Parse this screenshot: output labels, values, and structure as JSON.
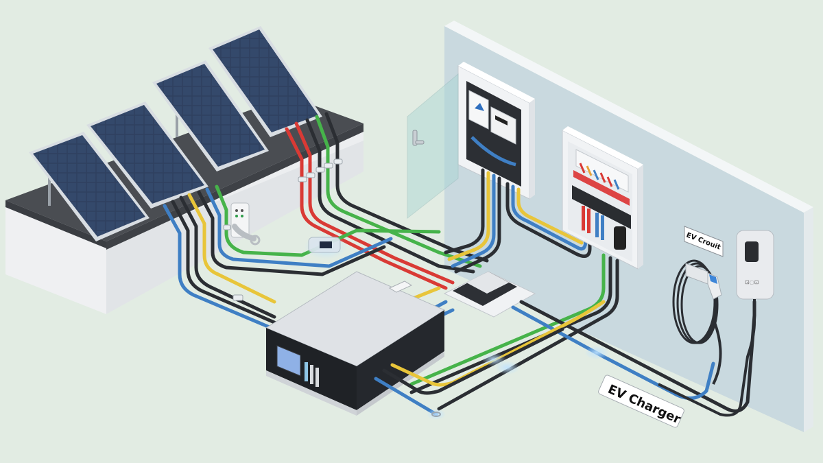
{
  "scene": {
    "title": "Solar PV and EV charging wiring diagram (isometric)",
    "background_color": "#e2ece3",
    "wall_color": "#c9d9df",
    "wall_edge_color": "#f3f6f7"
  },
  "components": {
    "solar_array": {
      "name": "Solar panels",
      "panel_count": 4,
      "panel_color": "#2f4160",
      "frame_color": "#d8dde2"
    },
    "roof_block": {
      "name": "Roof / mounting base",
      "top_color": "#4a4d52",
      "side_color": "#eceef0"
    },
    "inverter": {
      "name": "Hybrid inverter / battery unit",
      "lid_color": "#dfe2e6",
      "body_color": "#1f2226",
      "screen_color": "#8fb1e6"
    },
    "junction_box": {
      "name": "DC junction box"
    },
    "combiner": {
      "name": "Cable combiner hub"
    },
    "meter_cabinet": {
      "name": "Meter cabinet (open glass door)"
    },
    "breaker_panel": {
      "name": "Distribution board / breaker panel"
    },
    "wall_charger": {
      "name": "Wall-mounted EV charger",
      "body_color": "#e9ebee",
      "screen_color": "#2a2c30"
    },
    "charging_cable": {
      "name": "Coiled EV charging cable with connector",
      "connector_accent": "#3d86d8"
    }
  },
  "labels": {
    "ev_circuit": "EV Crouit",
    "ev_charger": "EV Charger"
  },
  "cable_colors": {
    "red": "#d93a35",
    "black": "#2b2e33",
    "green": "#46b34a",
    "blue": "#3f7fc4",
    "yellow": "#e8c53a"
  }
}
